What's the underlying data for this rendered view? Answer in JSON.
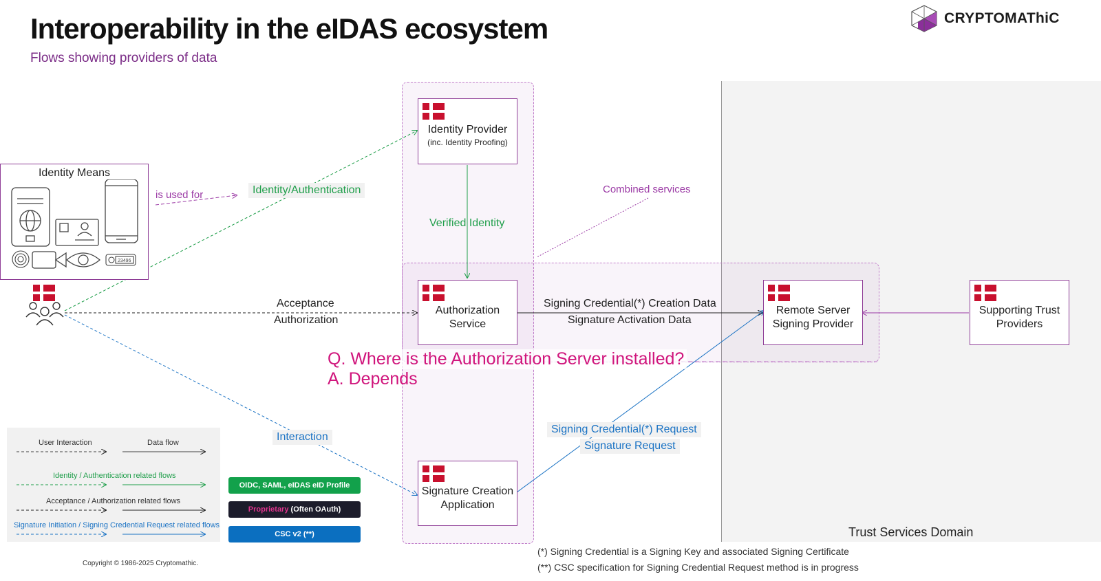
{
  "header": {
    "title": "Interoperability in the eIDAS ecosystem",
    "subtitle": "Flows showing providers of data",
    "brand": "CRYPTOMAThiC"
  },
  "domains": {
    "trust_services": "Trust Services Domain"
  },
  "boxes": {
    "identity_means": "Identity Means",
    "identity_provider": "Identity Provider",
    "identity_provider_note": "(inc. Identity Proofing)",
    "authorization_service_1": "Authorization",
    "authorization_service_2": "Service",
    "signature_app_1": "Signature Creation",
    "signature_app_2": "Application",
    "remote_server_1": "Remote Server",
    "remote_server_2": "Signing Provider",
    "supporting_trust_1": "Supporting Trust",
    "supporting_trust_2": "Providers"
  },
  "identity_means_badge": "23496",
  "flows": {
    "is_used_for": "is used for",
    "identity_auth": "Identity/Authentication",
    "verified_identity": "Verified Identity",
    "combined_services": "Combined services",
    "acceptance": "Acceptance",
    "authorization": "Authorization",
    "signing_cred_creation": "Signing Credential(*) Creation Data",
    "signature_activation": "Signature Activation Data",
    "interaction": "Interaction",
    "signing_cred_request": "Signing Credential(*) Request",
    "signature_request": "Signature Request"
  },
  "qa": {
    "question": "Q. Where is the Authorization Server installed?",
    "answer": "A. Depends"
  },
  "legend": {
    "user_interaction": "User Interaction",
    "data_flow": "Data flow",
    "identity_flows": "Identity / Authentication related flows",
    "acceptance_flows": "Acceptance / Authorization related flows",
    "signature_flows": "Signature Initiation / Signing Credential Request related flows"
  },
  "tags": {
    "oidc": "OIDC, SAML, eIDAS eID Profile",
    "proprietary": "Proprietary",
    "oauth": " (Often OAuth)",
    "csc": "CSC v2 (**)"
  },
  "footnotes": {
    "note1": "(*) Signing Credential is a Signing Key and associated Signing Certificate",
    "note2": "(**) CSC specification for Signing Credential Request method is in progress"
  },
  "copyright": "Copyright © 1986-2025 Cryptomathic.",
  "colors": {
    "identity_flow": "#1f9e4a",
    "acceptance_flow": "#222222",
    "signature_flow": "#1b73c4",
    "combined": "#9b3aa5",
    "question": "#d0157c",
    "flag": "#c8102e"
  }
}
